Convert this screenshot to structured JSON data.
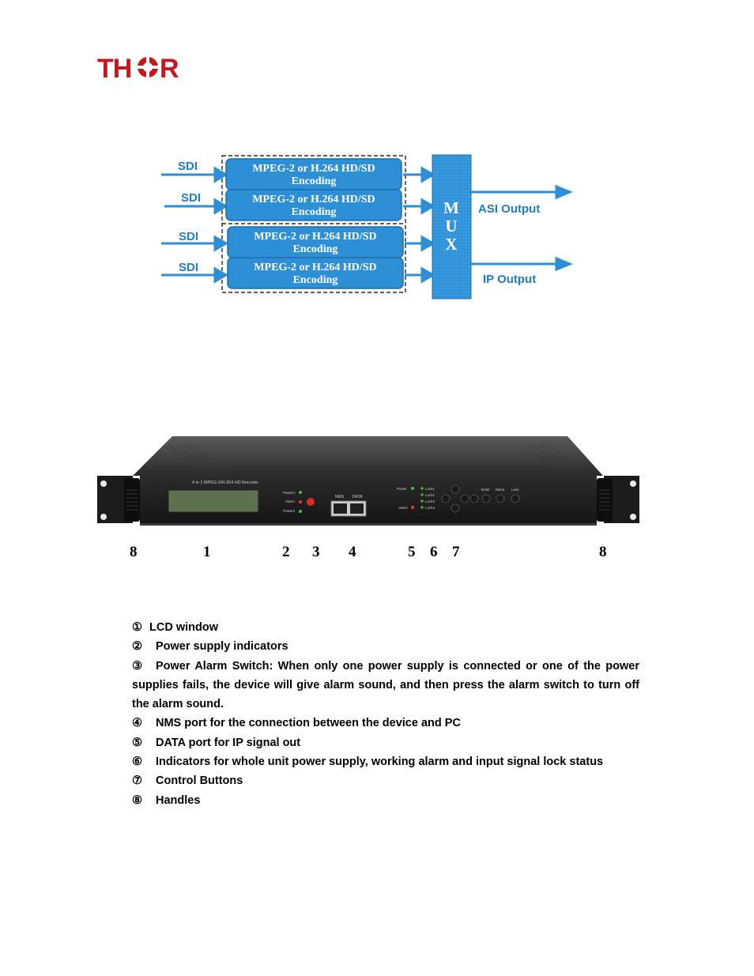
{
  "logo": {
    "text": "THOR",
    "color": "#c8161d"
  },
  "diagram": {
    "inputs": [
      "SDI",
      "SDI",
      "SDI",
      "SDI"
    ],
    "encoder_line1": "MPEG-2 or H.264 HD/SD",
    "encoder_line2": "Encoding",
    "mux_letters": [
      "M",
      "U",
      "X"
    ],
    "outputs": [
      "ASI Output",
      "IP Output"
    ],
    "accent_color": "#2d8fd6"
  },
  "device": {
    "model_label": "4 in 1 MPEG-2/H.264 HD Encoder",
    "led_labels_left": [
      "Power1",
      "Alarm",
      "Power2"
    ],
    "port_labels": [
      "NMS",
      "DATA"
    ],
    "led_labels_right_a": [
      "Power",
      "Alarm"
    ],
    "lock_labels": [
      "Lock1",
      "Lock2",
      "Lock3",
      "Lock4"
    ],
    "button_labels": [
      "Enter",
      "Menu",
      "Lock"
    ]
  },
  "callouts": [
    "8",
    "1",
    "2",
    "3",
    "4",
    "5",
    "6",
    "7",
    "8"
  ],
  "legend": {
    "items": [
      {
        "mark": "①",
        "text": "LCD window"
      },
      {
        "mark": "②",
        "text": "Power supply indicators"
      },
      {
        "mark": "③",
        "text": "Power Alarm Switch: When only one power supply is connected or one of the power supplies fails, the device will give alarm sound, and then press the alarm switch to turn off the alarm sound."
      },
      {
        "mark": "④",
        "text": "NMS port for the connection between the device and PC"
      },
      {
        "mark": "⑤",
        "text": "DATA port for IP signal out"
      },
      {
        "mark": "⑥",
        "text": "Indicators for whole unit power supply, working alarm and input signal lock status"
      },
      {
        "mark": "⑦",
        "text": "Control Buttons"
      },
      {
        "mark": "⑧",
        "text": "Handles"
      }
    ]
  }
}
